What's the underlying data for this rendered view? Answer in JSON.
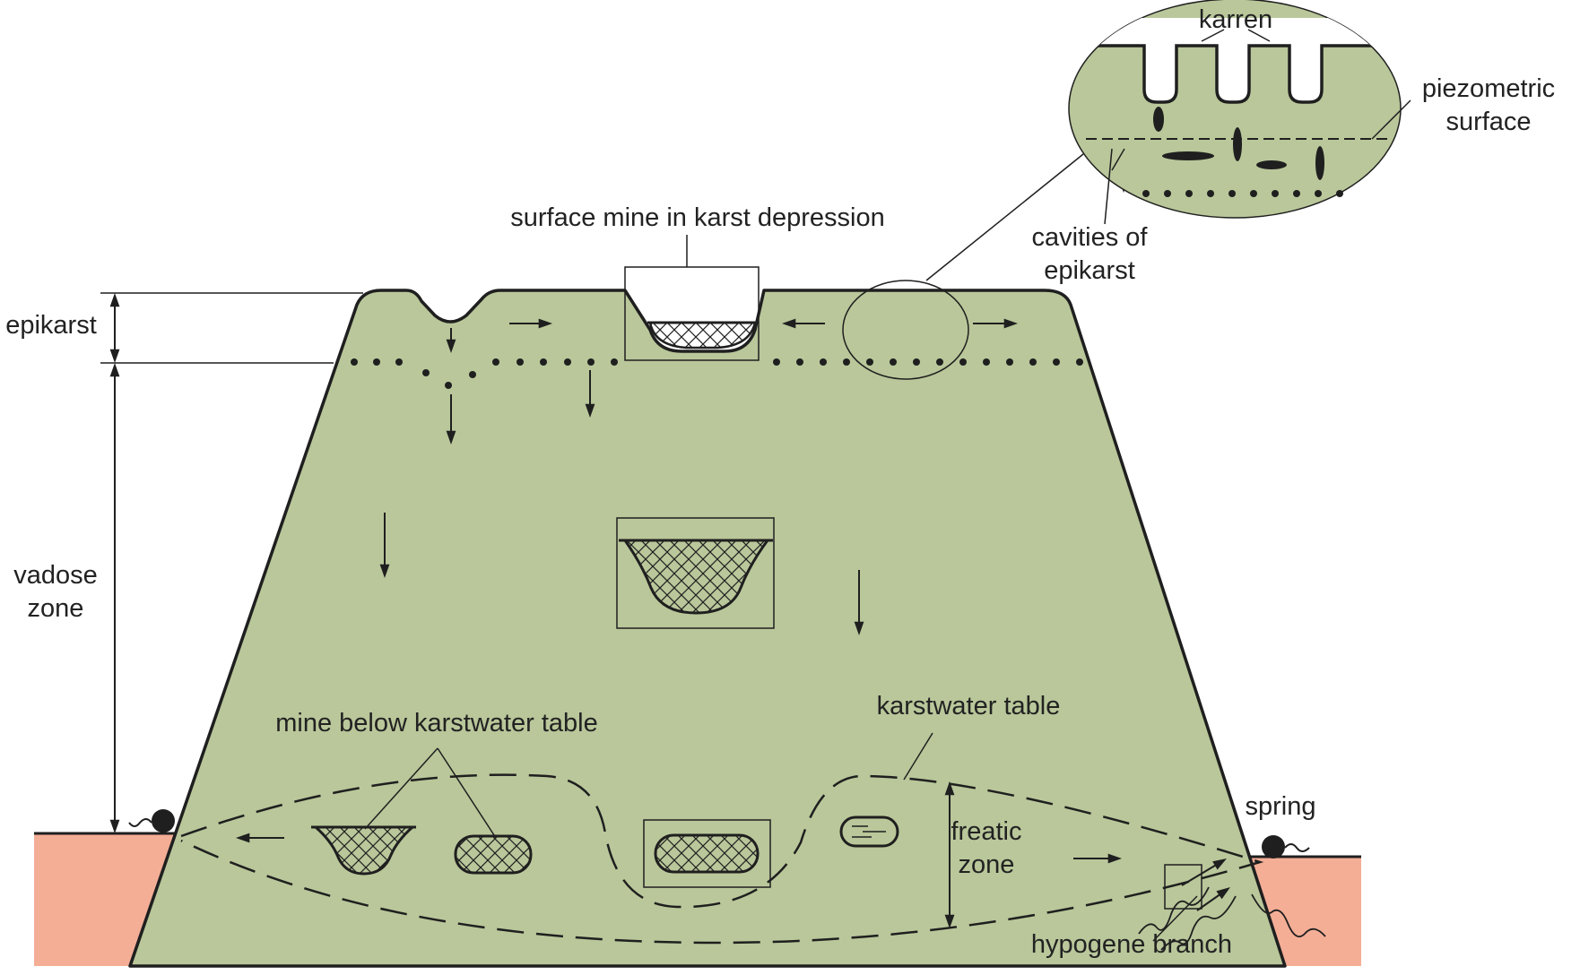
{
  "colors": {
    "rock": "#b9c79a",
    "ground": "#f4ae96",
    "line": "#1f1f1f",
    "background": "#ffffff"
  },
  "labels": {
    "surface_mine": "surface mine in karst depression",
    "karren": "karren",
    "piezometric_1": "piezometric",
    "piezometric_2": "surface",
    "cavities_1": "cavities of",
    "cavities_2": "epikarst",
    "epikarst": "epikarst",
    "vadose_1": "vadose",
    "vadose_2": "zone",
    "mine_below": "mine below karstwater table",
    "karstwater_table": "karstwater table",
    "freatic_1": "freatic",
    "freatic_2": "zone",
    "spring": "spring",
    "hypogene": "hypogene branch"
  }
}
